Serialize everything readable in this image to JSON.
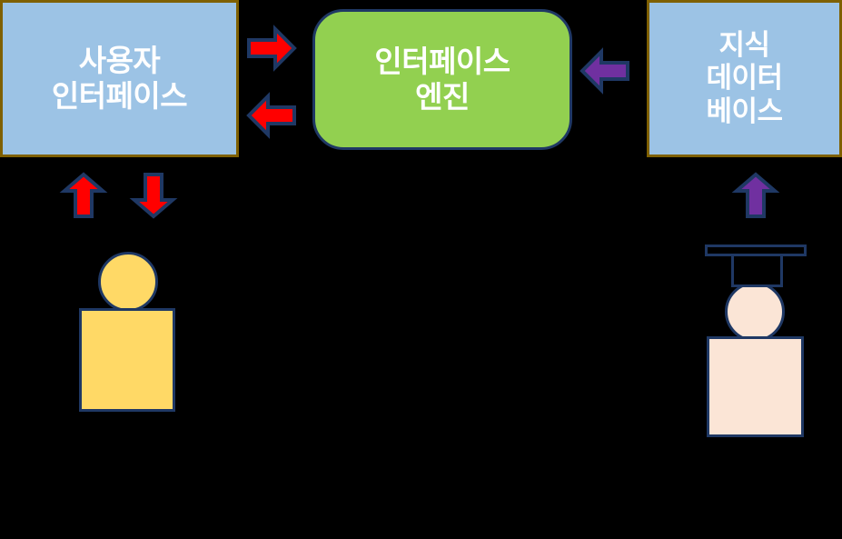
{
  "diagram": {
    "background_color": "#000000",
    "nodes": [
      {
        "id": "user-interface",
        "label": "사용자\n인터페이스",
        "shape": "rectangle",
        "fill": "#9CC3E5",
        "border": "#7F6000",
        "text_color": "#FFFFFF"
      },
      {
        "id": "interface-engine",
        "label": "인터페이스\n엔진",
        "shape": "rounded-rectangle",
        "fill": "#92D050",
        "border": "#1F3864",
        "text_color": "#FFFFFF"
      },
      {
        "id": "knowledge-database",
        "label": "지식\n데이터\n베이스",
        "shape": "rectangle",
        "fill": "#9CC3E5",
        "border": "#7F6000",
        "text_color": "#FFFFFF"
      }
    ],
    "arrows": [
      {
        "id": "ui-to-engine",
        "direction": "right",
        "color": "#FF0000",
        "outline": "#1F3864",
        "from": "user-interface",
        "to": "interface-engine"
      },
      {
        "id": "engine-to-ui",
        "direction": "left",
        "color": "#FF0000",
        "outline": "#1F3864",
        "from": "interface-engine",
        "to": "user-interface"
      },
      {
        "id": "database-to-engine",
        "direction": "left",
        "color": "#7030A0",
        "outline": "#1F3864",
        "from": "knowledge-database",
        "to": "interface-engine"
      },
      {
        "id": "user-to-interface",
        "direction": "up",
        "color": "#FF0000",
        "outline": "#1F3864",
        "from": "user-figure",
        "to": "user-interface"
      },
      {
        "id": "interface-to-user",
        "direction": "down",
        "color": "#FF0000",
        "outline": "#1F3864",
        "from": "user-interface",
        "to": "user-figure"
      },
      {
        "id": "expert-to-database",
        "direction": "up",
        "color": "#7030A0",
        "outline": "#1F3864",
        "from": "expert-figure",
        "to": "knowledge-database"
      }
    ],
    "figures": [
      {
        "id": "user-figure",
        "icon": "person-icon",
        "fill": "#FFD966",
        "outline": "#1F3864",
        "has_cap": false
      },
      {
        "id": "expert-figure",
        "icon": "graduate-person-icon",
        "fill": "#FBE5D6",
        "outline": "#1F3864",
        "cap_fill": "#000000",
        "has_cap": true
      }
    ]
  }
}
